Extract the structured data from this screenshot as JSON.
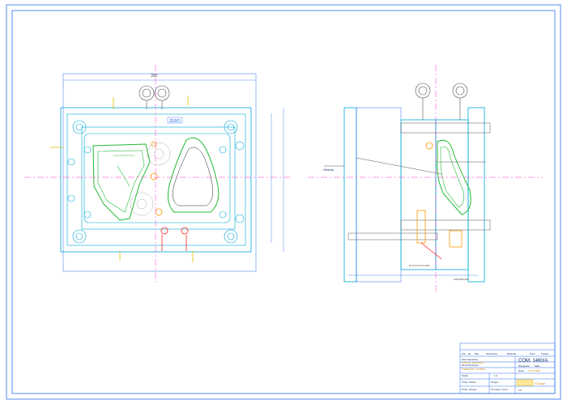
{
  "drawing": {
    "view_left": {
      "dims": {
        "overall_width": "350",
        "zero_tag": "ZERO"
      }
    },
    "view_right": {
      "callout": "Oriento",
      "dims": {
        "bottom_a": "D-54 D-54 D-1,000",
        "bottom_b": "1000-500-400"
      }
    }
  },
  "title_block": {
    "header_row": [
      "Pos.",
      "Qt.",
      "Mat.",
      "Descrizione",
      "Materiale",
      "Peso",
      "Trattam."
    ],
    "rows": [
      {
        "label": "Part.Capo/raso",
        "value": "SPRUCE - MOULDING"
      },
      {
        "label": "Denominazione",
        "value": "COPERCHIO - STAMPO"
      },
      {
        "label": "Scala",
        "value": "1:2"
      },
      {
        "label": "N°dis. classe",
        "value": "Proget."
      },
      {
        "label": "N°dis. stampo",
        "value": "Pr.Linea / Conc.:"
      }
    ],
    "code": "COM. 1460/A",
    "designer_label": "Disegnato:",
    "designer_name": "Sala",
    "date_label": "Data:",
    "date": "31.01.2006",
    "logo_text": "Il Gruppo",
    "sheet": "1/1"
  },
  "colors": {
    "frame": "#1a66ff",
    "part_green": "#22bb33",
    "center_magenta": "#ff33cc",
    "bolt_orange": "#ff9900",
    "accent_red": "#ff2222",
    "plate_cyan": "#00a8d8",
    "tb_yellow": "#e6c200"
  }
}
